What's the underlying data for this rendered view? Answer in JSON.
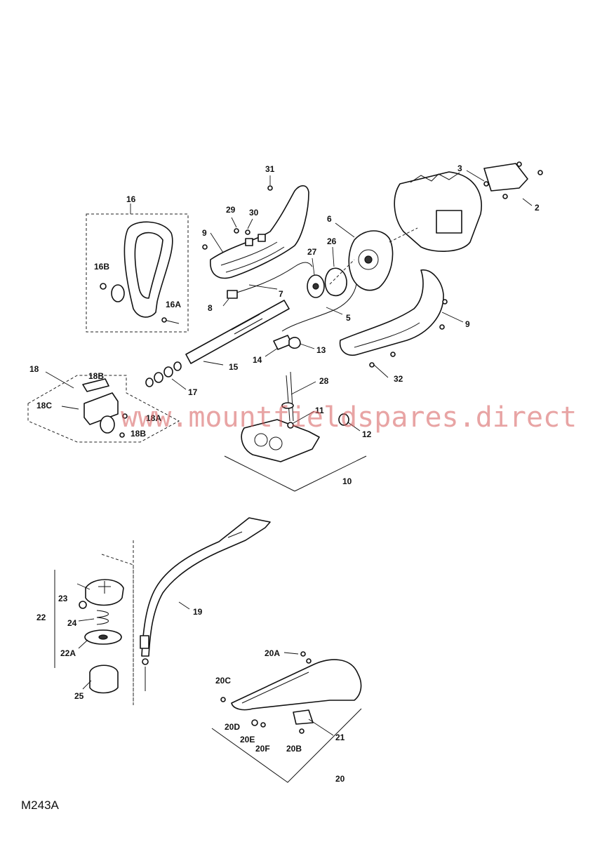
{
  "diagram": {
    "reference_code": "M243A",
    "watermark": "www.mountfieldspares.direct",
    "callouts": {
      "c16": "16",
      "c16a": "16A",
      "c16b": "16B",
      "c31": "31",
      "c29": "29",
      "c30": "30",
      "c9a": "9",
      "c9b": "9",
      "c6": "6",
      "c27": "27",
      "c26": "26",
      "c3": "3",
      "c2": "2",
      "c7": "7",
      "c8": "8",
      "c5": "5",
      "c13": "13",
      "c14": "14",
      "c15": "15",
      "c32": "32",
      "c18": "18",
      "c18a": "18A",
      "c18b": "18B",
      "c18c": "18C",
      "c17": "17",
      "c28": "28",
      "c11": "11",
      "c12": "12",
      "c10": "10",
      "c19": "19",
      "c22": "22",
      "c22a": "22A",
      "c23": "23",
      "c24": "24",
      "c25": "25",
      "c20": "20",
      "c20a": "20A",
      "c20b": "20B",
      "c20c": "20C",
      "c20d": "20D",
      "c20e": "20E",
      "c20f": "20F",
      "c21": "21"
    }
  }
}
